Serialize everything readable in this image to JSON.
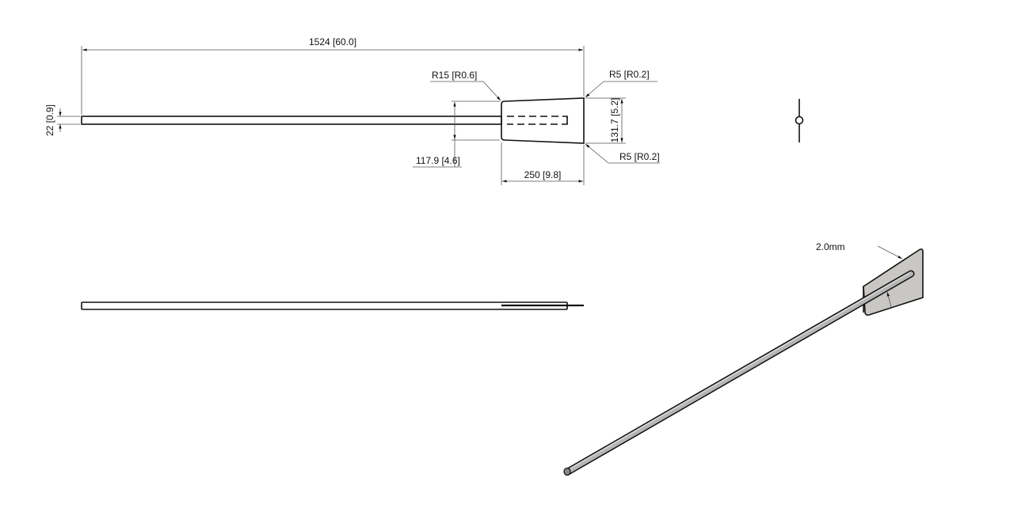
{
  "drawing": {
    "top_view": {
      "overall_length": "1524 [60.0]",
      "rod_diameter": "22 [0.9]",
      "corner_radius_left": "R15 [R0.6]",
      "corner_radius_top_right": "R5 [R0.2]",
      "corner_radius_bottom_right": "R5 [R0.2]",
      "paddle_height_right": "131.7 [5.2]",
      "paddle_height_left": "117.9 [4.6]",
      "paddle_length": "250 [9.8]"
    },
    "iso_view": {
      "thickness": "2.0mm"
    }
  }
}
